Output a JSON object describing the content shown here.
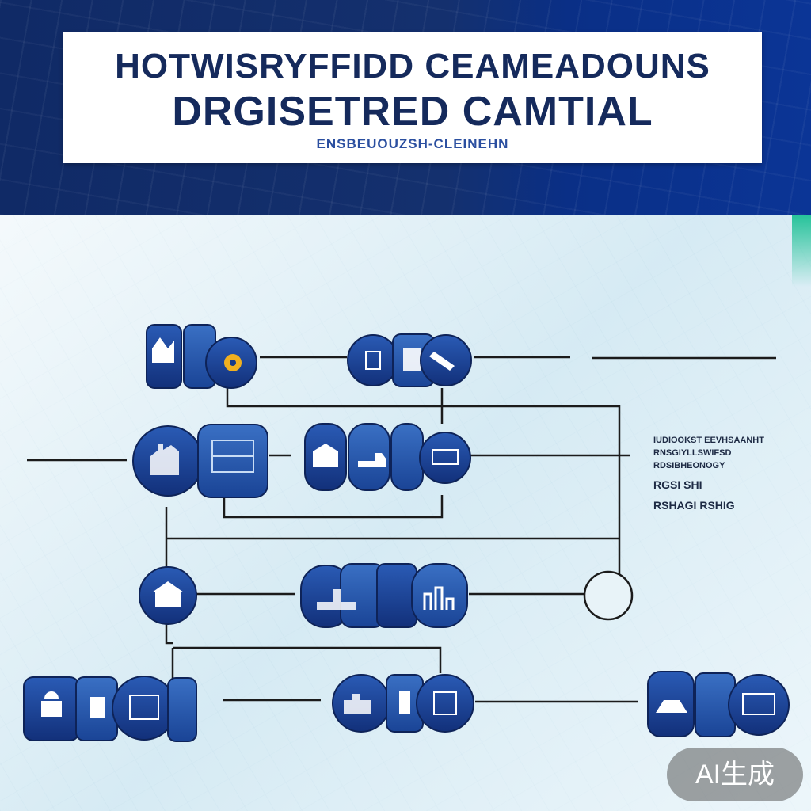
{
  "header": {
    "title_line_1": "HOTWISRYFFIDD  CEAMEADOUNS",
    "title_line_2": "DRGISETRED CAMTIAL",
    "subtitle": "ENSBEUOUZSH-CLEINEHN"
  },
  "legend": {
    "rows": [
      "IUDIOOKST EEVHSAANHT",
      "RNSGIYLLSWIFSD",
      "RDSIBHEONOGY"
    ],
    "row_big_1": "RGSI   SHI",
    "row_big_2": "RSHAGI  RSHIG"
  },
  "badge": {
    "label": "AI生成"
  },
  "colors": {
    "header_navy": "#14306e",
    "node_navy": "#153a8a",
    "node_blue": "#1f56a8",
    "line": "#1b1b1b",
    "accent_teal": "#27c39a"
  },
  "icons": [
    "factory-icon",
    "gear-icon",
    "document-icon",
    "building-icon",
    "circuit-icon",
    "truck-icon",
    "warehouse-icon",
    "bank-icon",
    "chart-icon"
  ]
}
